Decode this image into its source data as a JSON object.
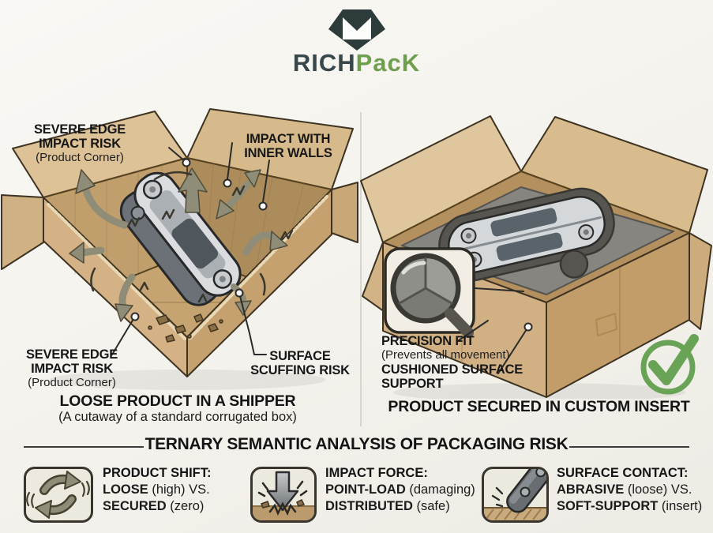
{
  "brand": {
    "logo_icon": "diamond-envelope-icon",
    "name_left": "RICH",
    "name_right": "PacK"
  },
  "colors": {
    "accent_green": "#6f9f4e",
    "check_green": "#69a456",
    "cardboard": "#d4b286",
    "foam_gray": "#868580",
    "ink": "#171717"
  },
  "left_panel": {
    "callout_top_left": {
      "line1": "SEVERE EDGE",
      "line2": "IMPACT RISK",
      "sub": "(Product Corner)"
    },
    "callout_inner_walls": {
      "line1": "IMPACT WITH",
      "line2": "INNER WALLS"
    },
    "callout_bottom_left": {
      "line1": "SEVERE EDGE",
      "line2": "IMPACT RISK",
      "sub": "(Product Corner)"
    },
    "callout_scuffing": {
      "line1": "SURFACE",
      "line2": "SCUFFING RISK"
    },
    "caption": "LOOSE PRODUCT IN A SHIPPER",
    "caption_sub": "(A cutaway of a standard corrugated box)"
  },
  "right_panel": {
    "callout_precision": {
      "title": "PRECISION FIT",
      "sub": "(Prevents all movement)"
    },
    "callout_cushion": {
      "line1": "CUSHIONED SURFACE",
      "line2": "SUPPORT"
    },
    "caption": "PRODUCT SECURED IN CUSTOM INSERT"
  },
  "analysis": {
    "title": "TERNARY SEMANTIC ANALYSIS OF PACKAGING RISK",
    "items": [
      {
        "icon": "product-shift-cycle-icon",
        "heading": "PRODUCT SHIFT:",
        "row1_strong": "LOOSE",
        "row1_rest": " (high) VS.",
        "row2_strong": "SECURED",
        "row2_rest": " (zero)"
      },
      {
        "icon": "impact-force-arrow-icon",
        "heading": "IMPACT FORCE:",
        "row1_strong": "POINT-LOAD",
        "row1_rest": " (damaging)",
        "row2_strong": "DISTRIBUTED",
        "row2_rest": " (safe)"
      },
      {
        "icon": "surface-contact-abrasion-icon",
        "heading": "SURFACE CONTACT:",
        "row1_strong": "ABRASIVE",
        "row1_rest": " (loose) VS.",
        "row2_strong": "SOFT-SUPPORT",
        "row2_rest": " (insert)"
      }
    ]
  }
}
